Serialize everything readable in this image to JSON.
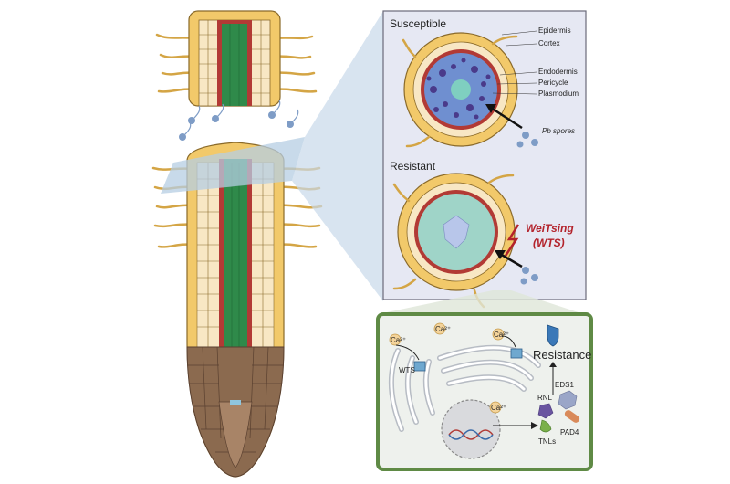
{
  "panels": {
    "susceptible": {
      "title": "Susceptible",
      "labels": {
        "epidermis": "Epidermis",
        "cortex": "Cortex",
        "endodermis": "Endodermis",
        "pericycle": "Pericycle",
        "plasmodium": "Plasmodium",
        "spores": "Pb spores"
      }
    },
    "resistant": {
      "title": "Resistant",
      "gene_name": "WeiTsing",
      "gene_abbr": "(WTS)"
    },
    "mechanism": {
      "resistance": "Resistance",
      "wts": "WTS",
      "rnl": "RNL",
      "eds1": "EDS1",
      "pad4": "PAD4",
      "tnls": "TNLs",
      "ion": "Ca²⁺"
    }
  },
  "colors": {
    "epidermis": "#f2c96a",
    "cortex": "#f8e7c4",
    "endodermis": "#b23a35",
    "stele": "#2f8a4a",
    "root_tip": "#8b6a4f",
    "panel_bg": "#e6e8f3",
    "panel_border": "#6a6a7a",
    "mech_border": "#5f8a45",
    "mech_bg": "#eef1ed",
    "gene_red": "#b3222b",
    "plasmodium": "#5a4a9a",
    "resistant_core": "#9fd4c8"
  }
}
